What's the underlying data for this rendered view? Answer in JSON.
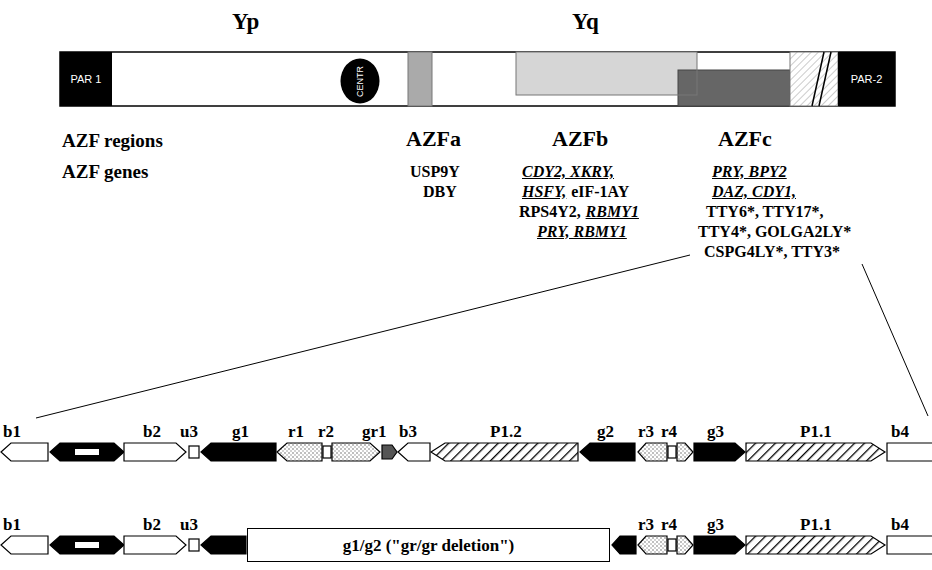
{
  "diagram": {
    "nodes": [
      {
        "text": [
          "PAR 1"
        ]
      },
      {
        "text": [
          "CENTR"
        ]
      },
      {
        "text": [
          "PAR-2"
        ]
      },
      {
        "text": [
          "g1/g2 (\"gr/gr deletion\")"
        ]
      }
    ],
    "labels": [
      "Yp",
      "Yq",
      "AZF regions",
      "AZF genes",
      "AZFa",
      "AZFb",
      "AZFc",
      "USP9Y",
      "DBY",
      "CDY2, XKRY,",
      "HSFY,",
      "eIF-1AY",
      "RPS4Y2,",
      "RBMY1",
      "PRY, RBMY1",
      "PRY, BPY2",
      "DAZ, CDY1,",
      "TTY6*, TTY17*,",
      "TTY4*, GOLGA2LY*",
      "CSPG4LY*, TTY3*",
      "b1",
      "b2",
      "u3",
      "g1",
      "r1",
      "r2",
      "gr1",
      "b3",
      "P1.2",
      "g2",
      "r3",
      "r4",
      "g3",
      "P1.1",
      "b4",
      "b1",
      "b2",
      "u3",
      "r3",
      "r4",
      "g3",
      "P1.1",
      "b4"
    ]
  }
}
